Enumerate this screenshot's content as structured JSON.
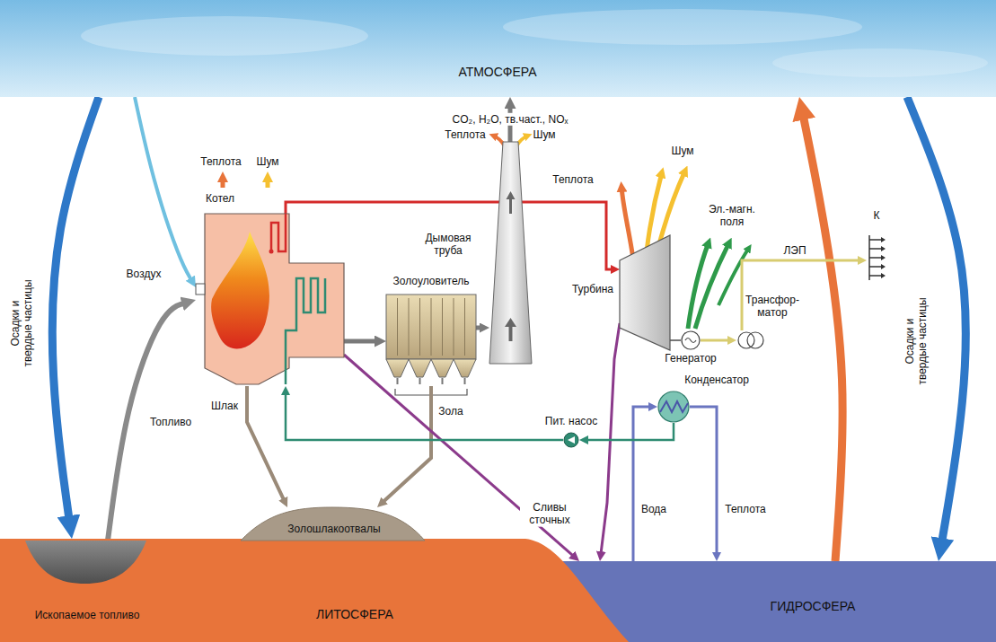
{
  "diagram": {
    "nodes": [
      {
        "text": [
          "АТМОСФЕРА"
        ]
      },
      {
        "text": [
          "Котел"
        ]
      },
      {
        "text": [
          "Дымовая труба"
        ]
      },
      {
        "text": [
          "Золоуловитель"
        ]
      },
      {
        "text": [
          "Турбина"
        ]
      },
      {
        "text": [
          "Генератор"
        ]
      },
      {
        "text": [
          "Трансфор- матор"
        ]
      },
      {
        "text": [
          "К"
        ]
      },
      {
        "text": [
          "Конденсатор"
        ]
      },
      {
        "text": [
          "Пит. насос"
        ]
      },
      {
        "text": [
          "Золошлакоотвалы"
        ]
      },
      {
        "text": [
          "ЛИТОСФЕРА"
        ]
      },
      {
        "text": [
          "Ископаемое топливо"
        ],
        "in": 11
      },
      {
        "text": [
          "ГИДРОСФЕРА"
        ]
      }
    ],
    "edges": [
      {
        "from": 0,
        "to": 1,
        "label": "Воздух",
        "arrow": "to"
      },
      {
        "from": 0,
        "to": 11,
        "label": "Осадки и твердые частицы",
        "arrow": "to"
      },
      {
        "from": 0,
        "to": 13,
        "label": "Осадки и твердые частицы",
        "arrow": "to"
      },
      {
        "from": 13,
        "to": 0,
        "arrow": "to"
      },
      {
        "from": 12,
        "to": 1,
        "label": "Топливо",
        "arrow": "to"
      },
      {
        "from": 1,
        "to": 3,
        "arrow": "to"
      },
      {
        "from": 3,
        "to": 2,
        "arrow": "to"
      },
      {
        "from": 2,
        "to": 0,
        "label": "CO₂, H₂O, тв.част., NOₓ",
        "arrow": "to"
      },
      {
        "from": 1,
        "to": 4,
        "arrow": "to"
      },
      {
        "from": 1,
        "to": 10,
        "label": "Шлак",
        "arrow": "to"
      },
      {
        "from": 3,
        "to": 10,
        "label": "Зола",
        "arrow": "to"
      },
      {
        "from": 1,
        "to": 13,
        "label": "Сливы сточных",
        "arrow": "to"
      },
      {
        "from": 4,
        "to": 13,
        "arrow": "to"
      },
      {
        "from": 4,
        "to": 5,
        "arrow": "none"
      },
      {
        "from": 5,
        "to": 6,
        "arrow": "to"
      },
      {
        "from": 6,
        "to": 7,
        "label": "ЛЭП",
        "arrow": "to"
      },
      {
        "from": 13,
        "to": 8,
        "label": "Вода",
        "arrow": "to"
      },
      {
        "from": 8,
        "to": 13,
        "label": "Теплота",
        "arrow": "to"
      },
      {
        "from": 8,
        "to": 9,
        "arrow": "to"
      },
      {
        "from": 9,
        "to": 1,
        "arrow": "to"
      }
    ],
    "labels": [
      "Теплота",
      "Шум",
      "Теплота",
      "Шум",
      "Теплота",
      "Шум",
      "Эл.-магн. поля"
    ]
  }
}
